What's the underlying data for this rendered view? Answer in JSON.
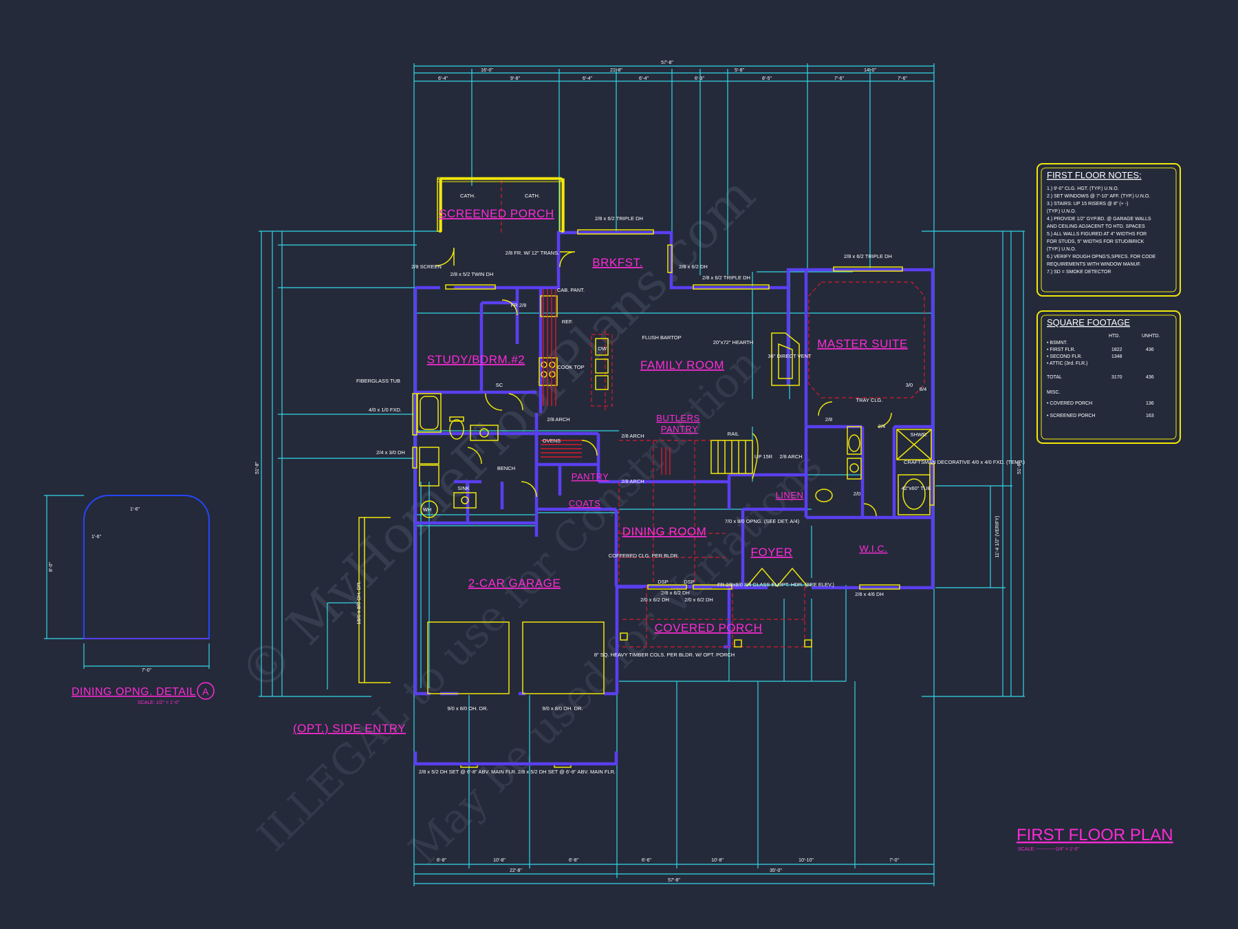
{
  "plan": {
    "title": "FIRST FLOOR PLAN",
    "scale": "SCALE: ------------1/4\" = 1'-0\"",
    "overall_top": "57'-8\"",
    "overall_bottom": "57'-8\"",
    "overall_left": "51'-8\"",
    "overall_right": "51'-8\""
  },
  "rooms": {
    "screened_porch": "SCREENED PORCH",
    "brkfst": "BRKFST.",
    "study": "STUDY/BDRM.#2",
    "family": "FAMILY ROOM",
    "master": "MASTER SUITE",
    "butlers": "BUTLERS",
    "butlers2": "PANTRY",
    "pantry": "PANTRY",
    "coats": "COATS",
    "dining": "DINING ROOM",
    "foyer": "FOYER",
    "wic": "W.I.C.",
    "linen": "LINEN",
    "garage": "2-CAR GARAGE",
    "covered_porch": "COVERED PORCH",
    "side_entry": "(OPT.) SIDE ENTRY",
    "dining_detail": "DINING OPNG. DETAIL",
    "detail_mark": "A",
    "detail_scale": "SCALE: 1/2\" = 1'-0\""
  },
  "labels": {
    "cath1": "CATH.",
    "cath2": "CATH.",
    "triple_dh_top": "2/8 x 6/2 TRIPLE DH",
    "triple_dh_right": "2/8 x 6/2 TRIPLE DH",
    "triple_dh_mid": "2/8 x 6/2 TRIPLE DH",
    "dh_62": "2/8 x 6/2 DH",
    "screen": "2/8 SCREEN",
    "twin_dh": "2/8 x 5/2 TWIN DH",
    "fr_trans": "2/8 FR. W/ 12\" TRANS.",
    "cab_pant": "CAB. PANT.",
    "fr_28": "FR 2/8",
    "ref": "REF.",
    "flush_bartop": "FLUSH BARTOP",
    "dw": "DW",
    "cook_top": "COOK TOP",
    "hearth": "20\"x72\" HEARTH",
    "direct_vent": "36\" DIRECT VENT",
    "fiberglass_tub": "FIBERGLASS TUB",
    "fxd_410": "4/0 x 1/0 FXD.",
    "dh_24": "2/4 x 3/0 DH",
    "arch_28a": "2/8 ARCH",
    "arch_28b": "2/8 ARCH",
    "arch_28c": "2/8 ARCH",
    "arch_28d": "2/8 ARCH",
    "ovens": "OVENS",
    "bench": "BENCH",
    "sink": "SINK",
    "wh": "WH",
    "rail": "RAIL",
    "up_stairs": "UP 15R",
    "tray_clg": "TRAY CLG.",
    "d30": "3/0",
    "d84": "8/4",
    "d28": "2/8",
    "d24": "2/4",
    "d20": "2/0",
    "shwr": "SHWR.",
    "tub": "42\"x60\" TUB",
    "craftsman": "CRAFTSMAN DECORATIVE 4/0 x 4/0 FXD. (TEMP.)",
    "opng_710": "7/0 x 8/0 OPNG. (SEE DET. A/4)",
    "coffered": "COFFERED CLG. PER BLDR.",
    "fr_entry": "FR 2/8x8/0 3/4 GLASS ELLIPT. HDR. (SEE ELEV.)",
    "dh_28_62": "2/8 x 6/2 DH",
    "dh_20_62a": "2/0 x 6/2 DH",
    "dh_20_62b": "2/0 x 6/2 DH",
    "dh_28_46": "2/8 x 4/6 DH",
    "dsp1": "DSP",
    "dsp2": "DSP",
    "timber": "8\" SQ. HEAVY TIMBER COLS. PER BLDR. W/ OPT. PORCH",
    "ohdr1": "9/0 x 8/0 OH. DR.",
    "ohdr2": "9/0 x 8/0 OH. DR.",
    "ohdr_side": "18/0 x 8/0 OH. DR.",
    "set_dh1": "2/8 x 5/2 DH SET @ 6'-8\" ABV. MAIN FLR.",
    "set_dh2": "2/8 x 5/2 DH SET @ 6'-8\" ABV. MAIN FLR.",
    "sc": "SC",
    "verify": "11'-4 1/2\" (VERIFY)"
  },
  "notes": {
    "heading": "FIRST FLOOR NOTES:",
    "items": [
      "1.) 9'-0\" CLG. HGT. (TYP.) U.N.O.",
      "2.) SET WINDOWS @ 7'-10\" AFF. (TYP.) U.N.O.",
      "3.) STAIRS: UP 15 RISERS @ 8\" (+ -)",
      "     (TYP.) U.N.O.",
      "4.) PROVIDE 1/2\" GYP.BD. @ GARAGE WALLS",
      "     AND CEILING ADJACENT TO HTD. SPACES",
      "5.) ALL WALLS FIGURED AT 4\" WIDTHS FOR",
      "     FOR STUDS, 5\" WIDTHS FOR STUD/BRICK",
      "     (TYP.) U.N.O.",
      "6.) VERIFY ROUGH OPNG'S,SPECS. FOR CODE",
      "     REQUIREMENTS WITH WINDOW MANUF.",
      "7.) SD = SMOKE DETECTOR"
    ]
  },
  "sqft": {
    "heading": "SQUARE FOOTAGE",
    "col_htd": "HTD.",
    "col_unhtd": "UNHTD.",
    "rows": [
      {
        "label": "• BSMNT.",
        "htd": "",
        "unhtd": ""
      },
      {
        "label": "• FIRST FLR.",
        "htd": "1822",
        "unhtd": "436"
      },
      {
        "label": "• SECOND FLR.",
        "htd": "1348",
        "unhtd": ""
      },
      {
        "label": "• ATTIC (3rd. FLR.)",
        "htd": "",
        "unhtd": ""
      },
      {
        "label": "TOTAL",
        "htd": "3170",
        "unhtd": "436"
      },
      {
        "label": "MISC.",
        "htd": "",
        "unhtd": ""
      },
      {
        "label": "• COVERED PORCH",
        "htd": "",
        "unhtd": "136"
      },
      {
        "label": "• SCREENED PORCH",
        "htd": "",
        "unhtd": "163"
      }
    ]
  },
  "dims": {
    "top_row1": [
      "16'-0\"",
      "21'-8\"",
      "5'-8\"",
      "14'-0\""
    ],
    "top_row2": [
      "6'-4\"",
      "9'-8\"",
      "6'-4\"",
      "6'-4\"",
      "6'-3\"",
      "8'-5\"",
      "7'-6\"",
      "7'-6\""
    ],
    "bottom_row1": [
      "6'-8\"",
      "10'-8\"",
      "6'-8\"",
      "6'-6\"",
      "10'-8\"",
      "10'-10\"",
      "7'-0\""
    ],
    "bottom_row2": [
      "22'-8\"",
      "35'-0\""
    ],
    "detail_w": "7'-0\"",
    "detail_h": "8'-0\"",
    "detail_r1": "1'-6\"",
    "detail_r2": "1'-6\""
  },
  "watermark": {
    "line1": "© MyHomeFloorPlans.com",
    "line2": "ILLEGAL to use for Construction",
    "line3": "May be used for Variations"
  },
  "colors": {
    "background": "#242a3a",
    "walls": "#5a3ff0",
    "dimension": "#33d6e6",
    "fixtures": "#f2e80a",
    "labels": "#ff2bd6",
    "hidden_lines": "#d81b2d"
  }
}
